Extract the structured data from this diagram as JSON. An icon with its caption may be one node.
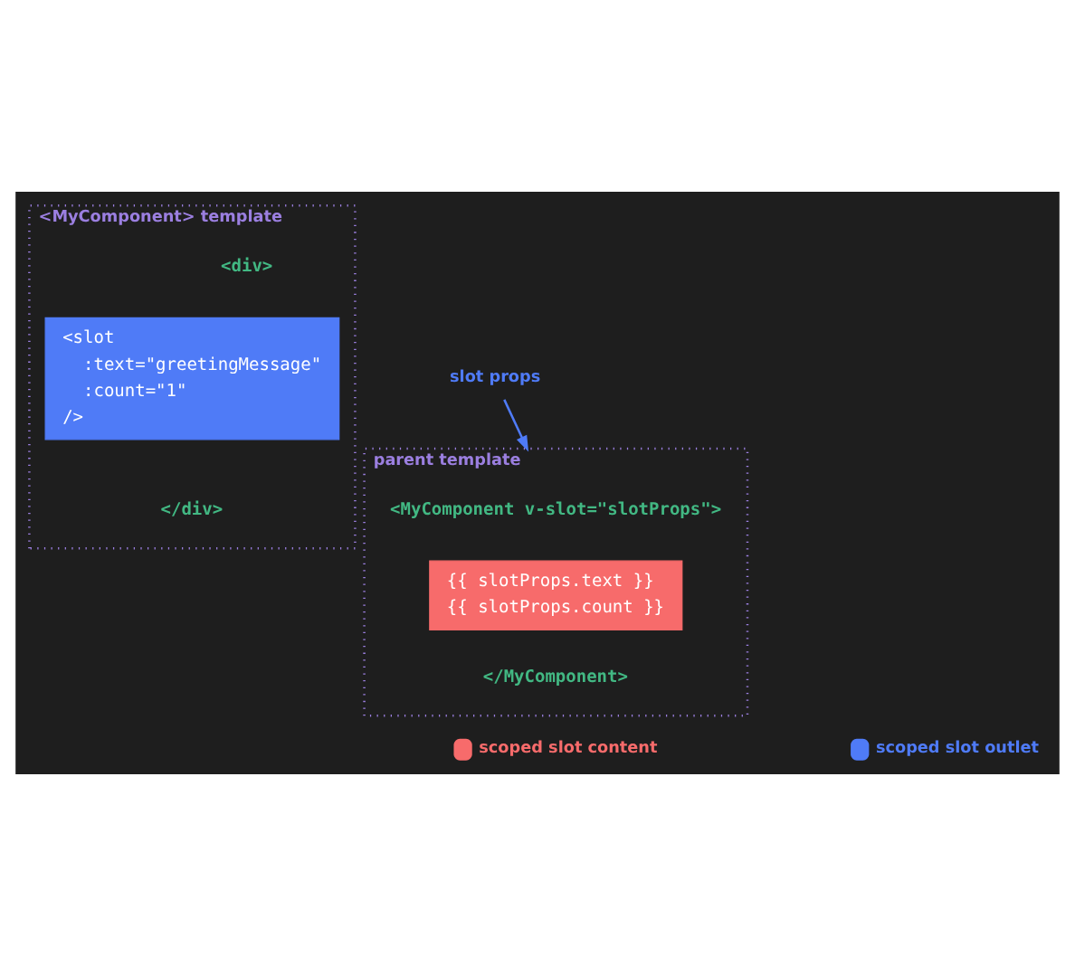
{
  "diagram": {
    "nodes": [
      {
        "text": [
          "<MyComponent> template",
          "<div>",
          "</div>"
        ]
      },
      {
        "text": [
          "<slot",
          ":text=\"greetingMessage\"",
          ":count=\"1\"",
          "/>"
        ],
        "in": 0
      },
      {
        "text": [
          "slot props"
        ]
      },
      {
        "text": [
          "parent template",
          "<MyComponent v-slot=\"slotProps\">",
          "</MyComponent>"
        ]
      },
      {
        "text": [
          "{{ slotProps.text }}",
          "{{ slotProps.count }}"
        ],
        "in": 3
      }
    ],
    "edges": [
      {
        "from": 2,
        "to": 3,
        "arrow": "to"
      }
    ],
    "legend": [
      {
        "text": "scoped slot content",
        "color": "#f76b6b"
      },
      {
        "text": "scoped slot outlet",
        "color": "#4f7bf7"
      }
    ]
  }
}
